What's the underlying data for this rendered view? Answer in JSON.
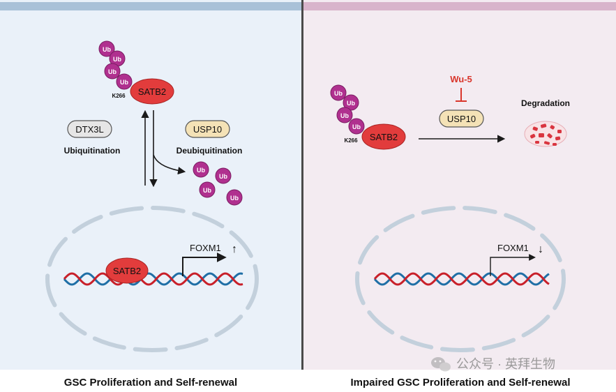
{
  "colors": {
    "left_bg": "#eaf1f9",
    "left_bar": "#a9c1d8",
    "right_bg": "#f3ebf1",
    "right_bar": "#d8b4cb",
    "divider": "#4a4a4a",
    "satb2": "#e23c3c",
    "ub": "#b0308f",
    "dna_red": "#c8202a",
    "dna_blue": "#1f6fa6",
    "inhibitor": "#d9352b",
    "enzyme_grey": "#e6e6e6",
    "enzyme_tan": "#f4e2b6",
    "nucleus_dash": "#c3d0dc"
  },
  "left": {
    "ub_label": "Ub",
    "lysine_site": "K266",
    "protein": "SATB2",
    "e3_ligase": "DTX3L",
    "ubiquitination": "Ubiquitination",
    "dub": "USP10",
    "deubiquitination": "Deubiquitination",
    "nuclear_protein": "SATB2",
    "target_gene": "FOXM1",
    "target_arrow": "↑",
    "caption": "GSC Proliferation and Self-renewal"
  },
  "right": {
    "ub_label": "Ub",
    "lysine_site": "K266",
    "protein": "SATB2",
    "inhibitor": "Wu-5",
    "dub": "USP10",
    "degradation": "Degradation",
    "target_gene": "FOXM1",
    "target_arrow": "↓",
    "caption": "Impaired GSC Proliferation and Self-renewal"
  },
  "watermark": {
    "icon": "wechat-icon",
    "text": "公众号 · 英拜生物"
  }
}
